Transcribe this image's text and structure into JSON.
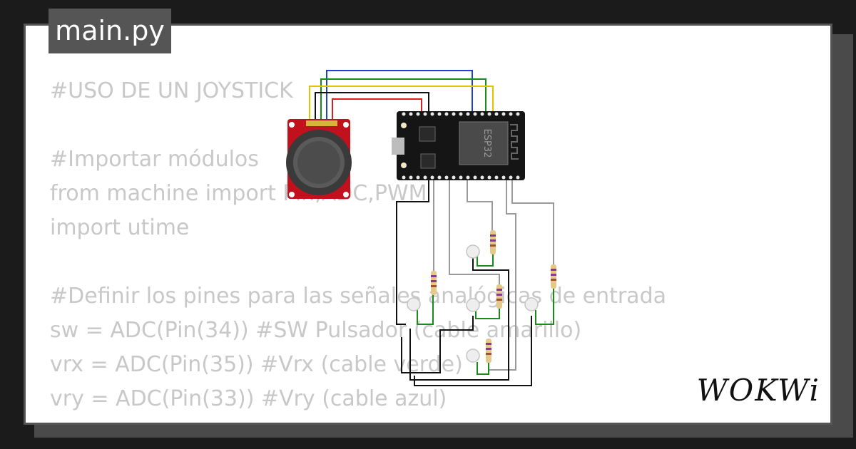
{
  "file_tab": {
    "label": "main.py"
  },
  "code_lines": [
    "#USO DE UN JOYSTICK",
    "",
    "#Importar módulos",
    "from machine import Pin,ADC,PWM",
    "import utime",
    "",
    "#Definir los pines para las señales analógicas de entrada",
    "sw = ADC(Pin(34)) #SW Pulsador (cable amarillo)",
    "vrx = ADC(Pin(35)) #Vrx (cable verde)",
    "vry = ADC(Pin(33)) #Vry (cable azul)"
  ],
  "board": {
    "chip_label": "ESP32"
  },
  "brand": {
    "logo_text": "WOKWi"
  },
  "colors": {
    "wire_blue": "#1f3fd8",
    "wire_green": "#1a8a1a",
    "wire_yellow": "#e2c400",
    "wire_red": "#d82020",
    "wire_black": "#111111",
    "wire_gray": "#9a9a9a",
    "joystick_board": "#c0111d",
    "esp32_board": "#151515"
  }
}
